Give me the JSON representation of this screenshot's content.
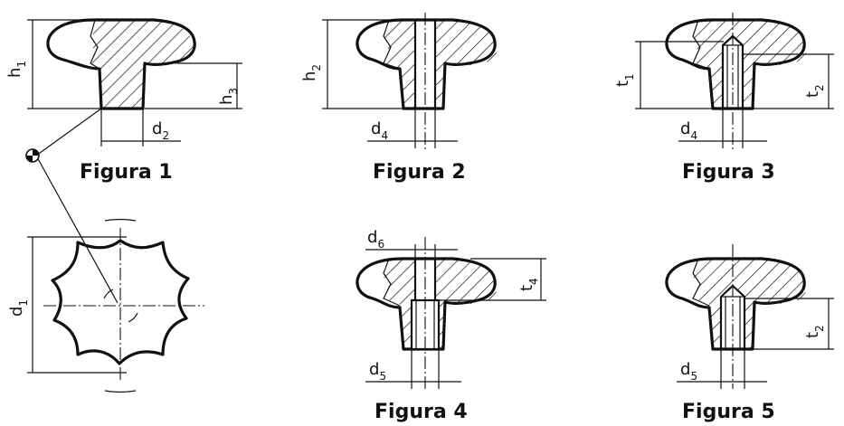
{
  "figures": [
    {
      "caption": "Figura 1"
    },
    {
      "caption": "Figura 2"
    },
    {
      "caption": "Figura 3"
    },
    {
      "caption": "Figura 4"
    },
    {
      "caption": "Figura 5"
    }
  ],
  "dimensions": {
    "h1": {
      "base": "h",
      "sub": "1"
    },
    "h2": {
      "base": "h",
      "sub": "2"
    },
    "h3": {
      "base": "h",
      "sub": "3"
    },
    "d1": {
      "base": "d",
      "sub": "1"
    },
    "d2": {
      "base": "d",
      "sub": "2"
    },
    "d4_fig2": {
      "base": "d",
      "sub": "4"
    },
    "d4_fig3": {
      "base": "d",
      "sub": "4"
    },
    "d5_fig4": {
      "base": "d",
      "sub": "5"
    },
    "d5_fig5": {
      "base": "d",
      "sub": "5"
    },
    "d6": {
      "base": "d",
      "sub": "6"
    },
    "t1": {
      "base": "t",
      "sub": "1"
    },
    "t2_fig3": {
      "base": "t",
      "sub": "2"
    },
    "t2_fig5": {
      "base": "t",
      "sub": "2"
    },
    "t4": {
      "base": "t",
      "sub": "4"
    }
  },
  "symbols": {
    "centre_mark": "centre-of-gravity-symbol"
  }
}
